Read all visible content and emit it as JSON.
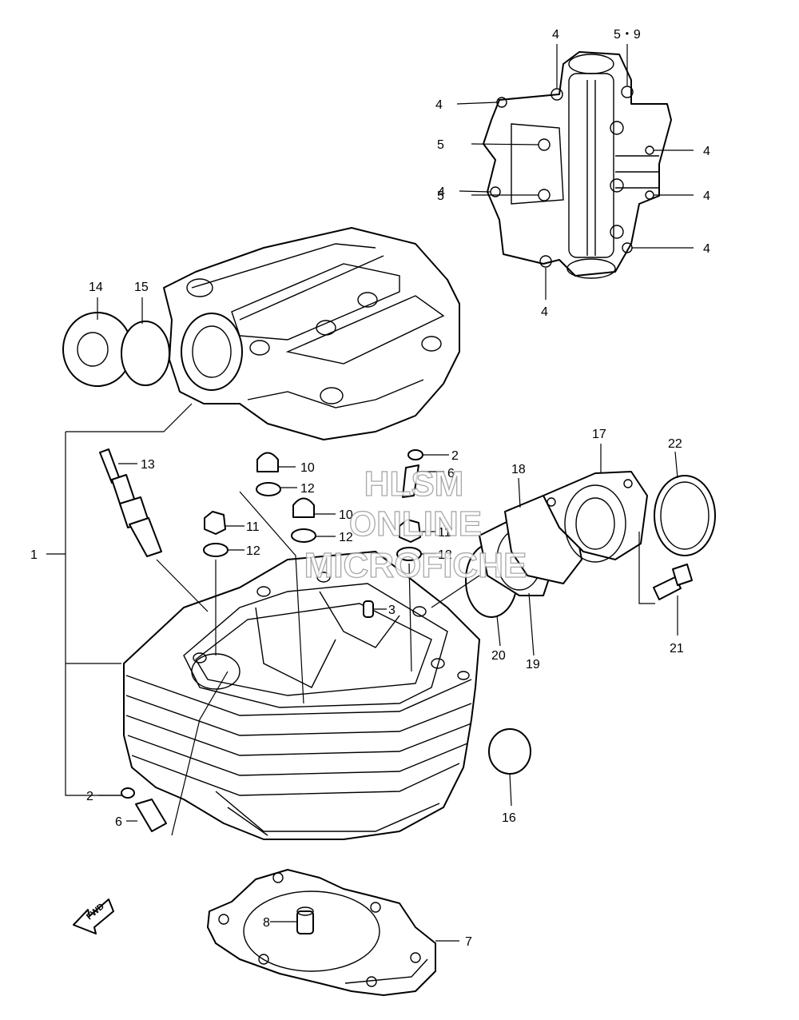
{
  "callouts": {
    "c1": "1",
    "c2a": "2",
    "c2b": "2",
    "c3": "3",
    "c4a": "4",
    "c4b": "4",
    "c4c": "4",
    "c4d": "4",
    "c4e": "4",
    "c4f": "4",
    "c4g": "4",
    "c5a": "5",
    "c5b": "5",
    "c59": "5・9",
    "c6a": "6",
    "c6b": "6",
    "c7": "7",
    "c8": "8",
    "c10a": "10",
    "c10b": "10",
    "c11a": "11",
    "c11b": "11",
    "c12a": "12",
    "c12b": "12",
    "c12c": "12",
    "c13": "13",
    "c14": "14",
    "c15": "15",
    "c16": "16",
    "c17": "17",
    "c18": "18",
    "c19": "19",
    "c20": "20",
    "c21": "21",
    "c22": "22"
  },
  "watermark": {
    "line1": "HLSM",
    "line2": "ONLINE",
    "line3": "MICROFICHE"
  },
  "fwd_label": "FWD"
}
